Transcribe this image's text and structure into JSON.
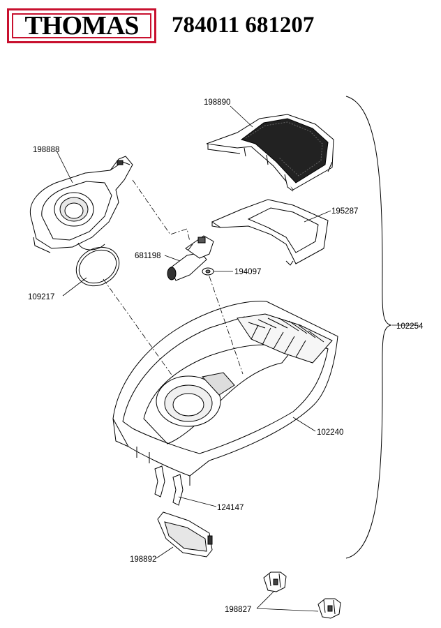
{
  "header": {
    "brand": "THOMAS",
    "part_numbers": "784011 681207"
  },
  "parts": {
    "p198890": "198890",
    "p198888": "198888",
    "p195287": "195287",
    "p681198": "681198",
    "p194097": "194097",
    "p109217": "109217",
    "p102254": "102254",
    "p102240": "102240",
    "p124147": "124147",
    "p198892": "198892",
    "p198827": "198827"
  },
  "colors": {
    "brand_red": "#c8102e",
    "line": "#000000"
  }
}
